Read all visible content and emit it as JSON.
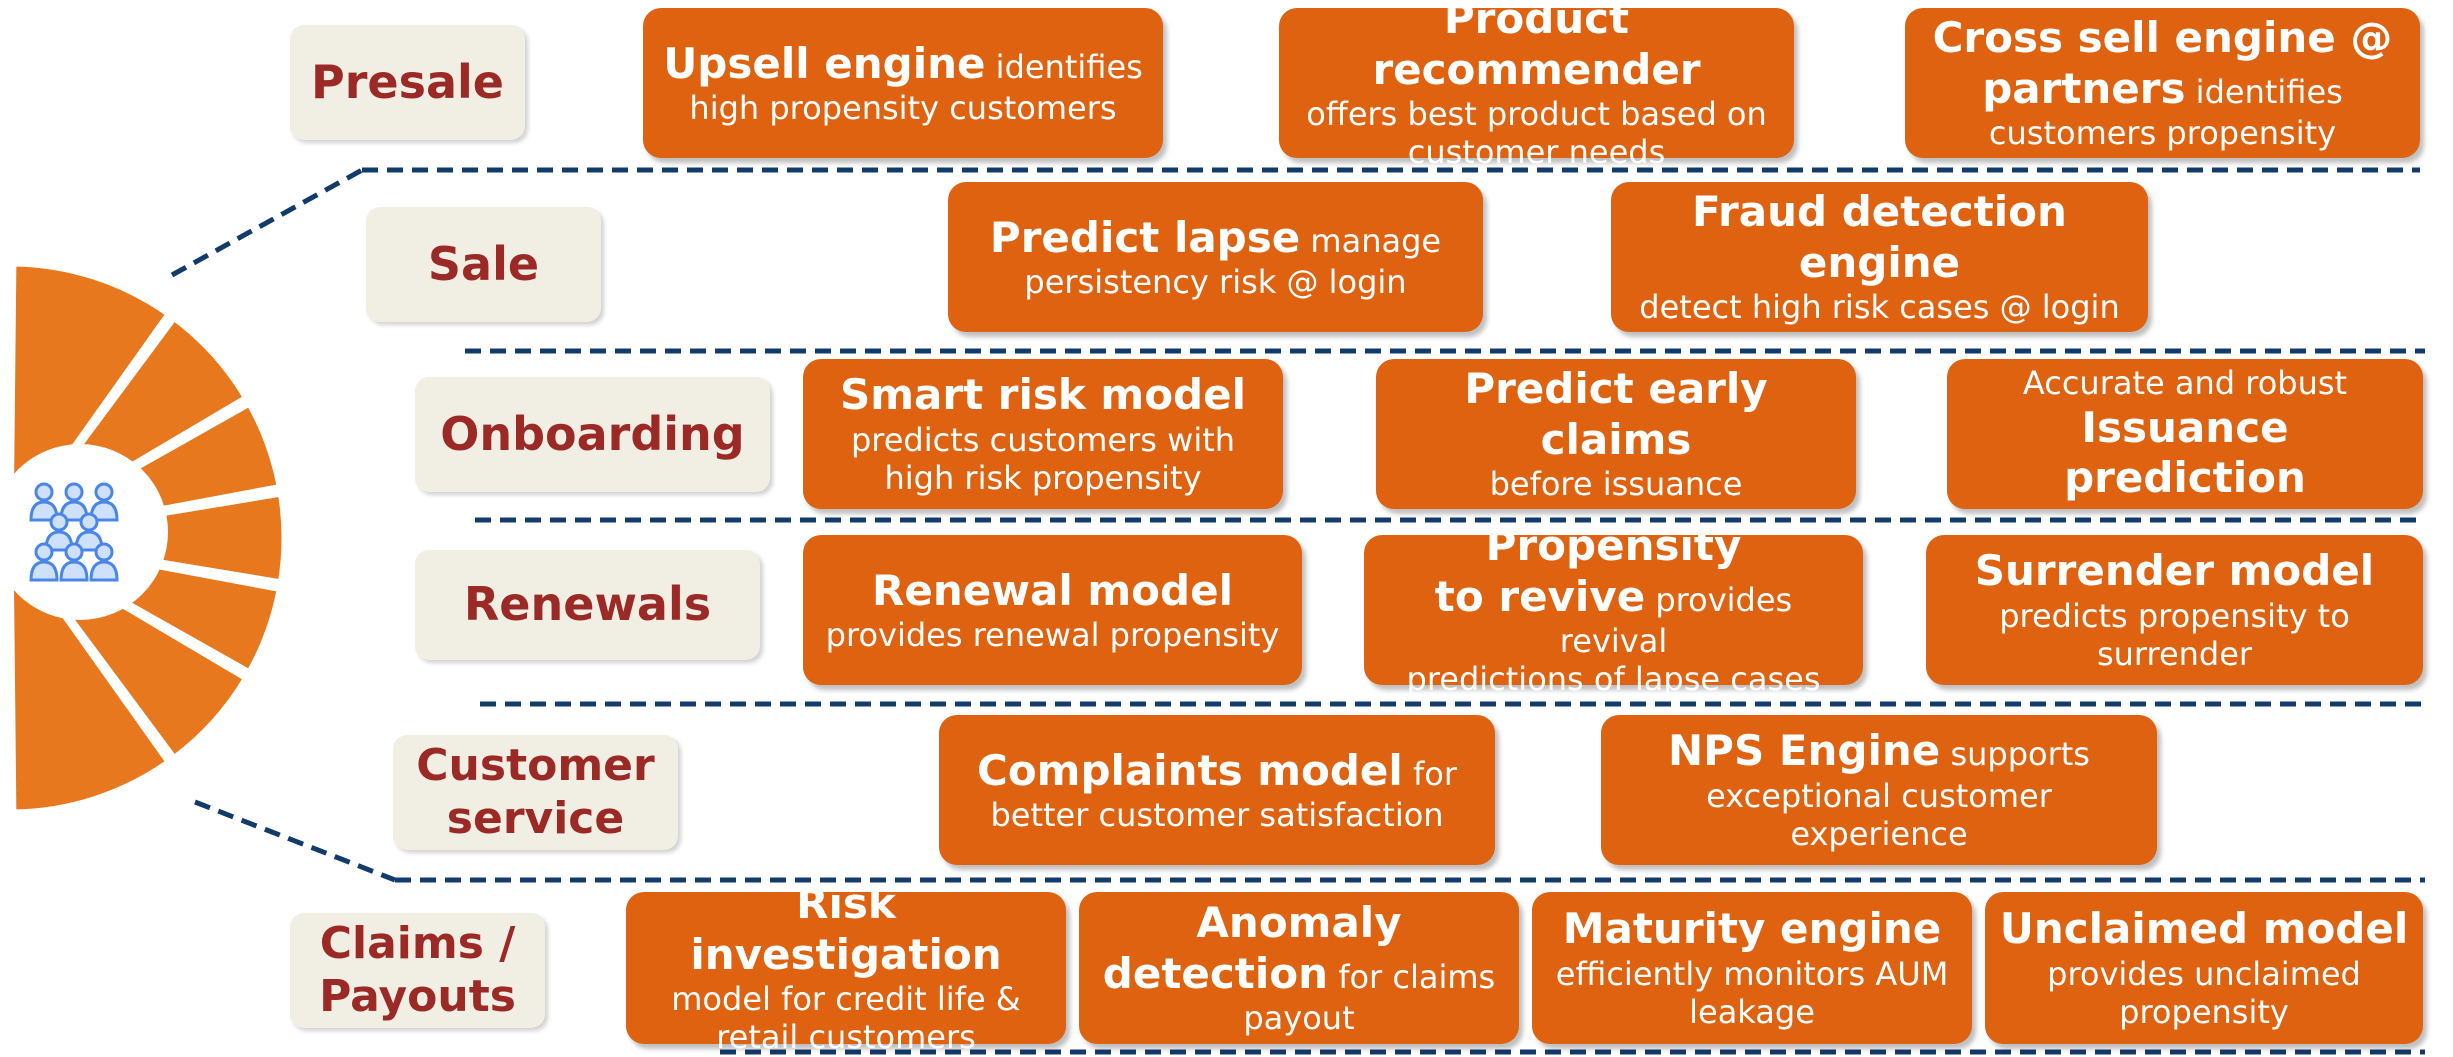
{
  "diagram": {
    "colors": {
      "card_fill": "#de6210",
      "label_fill": "#f1eee3",
      "label_text": "#9b2a27",
      "fan_fill": "#e7781e",
      "divider": "#123a6a",
      "icon": "#4a86e8"
    },
    "hub_icon": "people-group-icon",
    "stages": [
      {
        "label": "Presale",
        "cards": [
          {
            "lines": [
              {
                "bold": "Upsell engine",
                "regular": " identifies"
              },
              {
                "regular": "high propensity customers"
              }
            ]
          },
          {
            "lines": [
              {
                "bold": "Product recommender"
              },
              {
                "regular": "offers best product based on"
              },
              {
                "regular": "customer needs"
              }
            ]
          },
          {
            "lines": [
              {
                "bold": "Cross sell engine @"
              },
              {
                "bold": "partners",
                "regular": " identifies"
              },
              {
                "regular": "customers propensity"
              }
            ]
          }
        ]
      },
      {
        "label": "Sale",
        "cards": [
          {
            "lines": [
              {
                "bold": "Predict lapse",
                "regular": " manage"
              },
              {
                "regular": "persistency risk @ login"
              }
            ]
          },
          {
            "lines": [
              {
                "bold": "Fraud detection engine"
              },
              {
                "regular": "detect high risk cases @ login"
              }
            ]
          }
        ]
      },
      {
        "label": "Onboarding",
        "cards": [
          {
            "lines": [
              {
                "bold": "Smart risk model"
              },
              {
                "regular": "predicts customers with"
              },
              {
                "regular": "high risk propensity"
              }
            ]
          },
          {
            "lines": [
              {
                "bold": "Predict early claims"
              },
              {
                "regular": "before issuance"
              }
            ]
          },
          {
            "lines": [
              {
                "regular": "Accurate and robust"
              },
              {
                "bold": "Issuance prediction"
              }
            ]
          }
        ]
      },
      {
        "label": "Renewals",
        "cards": [
          {
            "lines": [
              {
                "bold": "Renewal model"
              },
              {
                "regular": "provides renewal propensity"
              }
            ]
          },
          {
            "lines": [
              {
                "bold": "Propensity"
              },
              {
                "bold": "to revive",
                "regular": " provides revival"
              },
              {
                "regular": "predictions of lapse cases"
              }
            ]
          },
          {
            "lines": [
              {
                "bold": "Surrender model"
              },
              {
                "regular": "predicts propensity to"
              },
              {
                "regular": "surrender"
              }
            ]
          }
        ]
      },
      {
        "label": "Customer service",
        "cards": [
          {
            "lines": [
              {
                "bold": "Complaints model",
                "regular": " for"
              },
              {
                "regular": "better customer satisfaction"
              }
            ]
          },
          {
            "lines": [
              {
                "bold": "NPS Engine",
                "regular": " supports"
              },
              {
                "regular": "exceptional customer experience"
              }
            ]
          }
        ]
      },
      {
        "label": "Claims / Payouts",
        "cards": [
          {
            "lines": [
              {
                "bold": "Risk investigation"
              },
              {
                "regular": "model for credit life &"
              },
              {
                "regular": "retail customers"
              }
            ]
          },
          {
            "lines": [
              {
                "bold": "Anomaly"
              },
              {
                "bold": "detection",
                "regular": " for claims"
              },
              {
                "regular": "payout"
              }
            ]
          },
          {
            "lines": [
              {
                "bold": "Maturity engine"
              },
              {
                "regular": "efficiently monitors AUM"
              },
              {
                "regular": "leakage"
              }
            ]
          },
          {
            "lines": [
              {
                "bold": "Unclaimed model"
              },
              {
                "regular": "provides unclaimed"
              },
              {
                "regular": "propensity"
              }
            ]
          }
        ]
      }
    ]
  }
}
